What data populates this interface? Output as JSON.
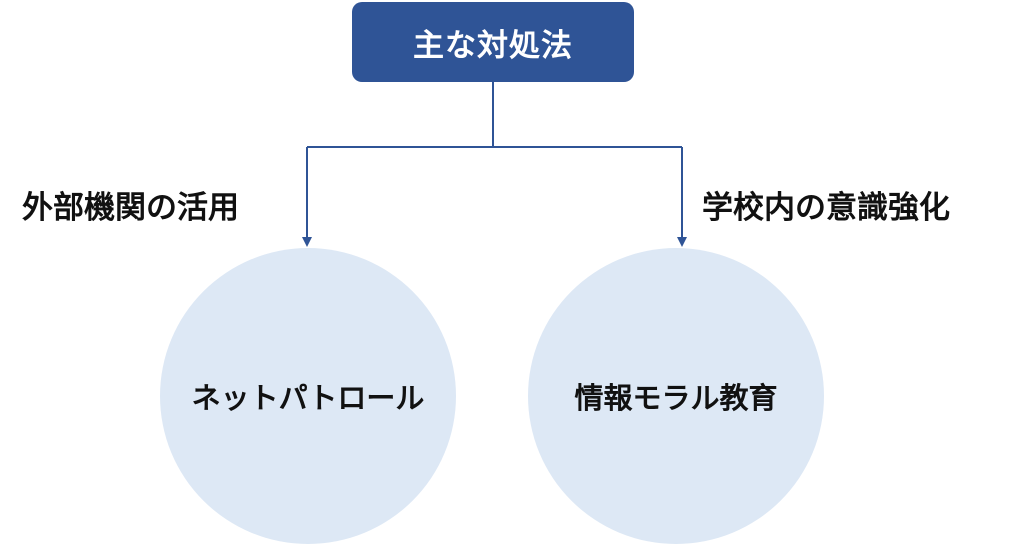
{
  "root": {
    "label": "主な対処法"
  },
  "branches": [
    {
      "label": "外部機関の活用",
      "node": "ネットパトロール"
    },
    {
      "label": "学校内の意識強化",
      "node": "情報モラル教育"
    }
  ],
  "colors": {
    "root_fill": "#2f5496",
    "connector": "#2f5496",
    "circle_fill": "#dde8f5"
  }
}
